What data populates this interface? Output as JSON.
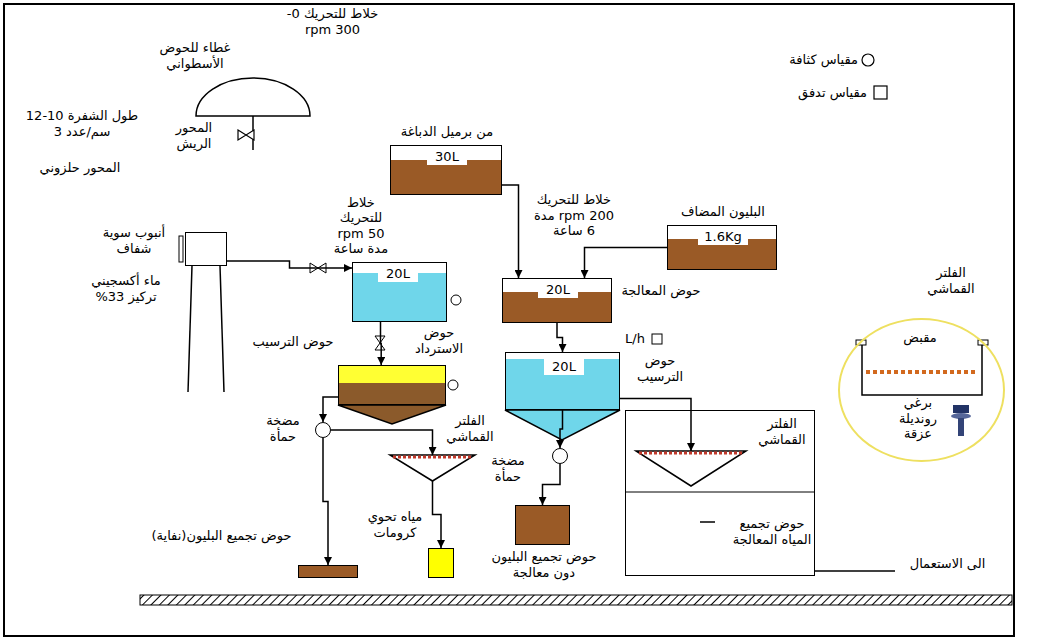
{
  "diagram": {
    "nodes": [
      {
        "text": [
          "أنبوب سوية شفاف",
          "ماء أكسجيني تركيز 33%"
        ]
      },
      {
        "text": [
          "من برميل الدباغة",
          "30L"
        ]
      },
      {
        "text": [
          "البليون المضاف",
          "1.6Kg"
        ]
      },
      {
        "text": [
          "خلاط للتحريك 50 rpm مدة ساعة",
          "20L",
          "حوض الاسترداد"
        ]
      },
      {
        "text": [
          "خلاط للتحريك 200 rpm مدة 6 ساعة",
          "20L",
          "حوض المعالجة"
        ]
      },
      {
        "text": [
          "حوض الترسيب"
        ]
      },
      {
        "text": [
          "L/h",
          "20L",
          "حوض الترسيب"
        ]
      },
      {
        "text": [
          "مضخة حمأة"
        ]
      },
      {
        "text": [
          "الفلتر القماشي"
        ]
      },
      {
        "text": [
          "مضخة حمأة"
        ]
      },
      {
        "text": [
          "حوض تجميع البليون دون معالجة"
        ]
      },
      {
        "text": [
          "حوض تجميع المياه المعالجة"
        ]
      },
      {
        "text": [
          "الفلتر القماشي"
        ],
        "in": 11
      },
      {
        "text": [
          "حوض تجميع البليون(نفاية)"
        ]
      },
      {
        "text": [
          "مياه تحوي كرومات"
        ]
      },
      {
        "text": [
          "الفلتر القماشي",
          "مقبض",
          "برغي رونديلة عزقة"
        ]
      }
    ],
    "edges": [
      {
        "from": 0,
        "to": 3,
        "arrow": "to"
      },
      {
        "from": 1,
        "to": 4,
        "arrow": "to"
      },
      {
        "from": 2,
        "to": 4,
        "arrow": "to"
      },
      {
        "from": 3,
        "to": 5,
        "arrow": "to"
      },
      {
        "from": 4,
        "to": 6,
        "arrow": "to"
      },
      {
        "from": 5,
        "to": 7,
        "arrow": "to"
      },
      {
        "from": 7,
        "to": 13,
        "arrow": "to"
      },
      {
        "from": 7,
        "to": 8,
        "arrow": "to"
      },
      {
        "from": 8,
        "to": 14,
        "arrow": "to"
      },
      {
        "from": 6,
        "to": 9,
        "arrow": "to"
      },
      {
        "from": 9,
        "to": 10,
        "arrow": "to"
      },
      {
        "from": 6,
        "to": 12,
        "arrow": "to"
      }
    ],
    "labels": [
      "خلاط للتحريك 0-300 rpm",
      "غطاء للحوض الأسطواني",
      "طول الشفرة 10-12 سم/عدد 3",
      "المحور الريش",
      "المحور حلزوني",
      "الى الاستعمال"
    ],
    "legend": [
      {
        "text": "مقياس كثافة"
      },
      {
        "text": "مقياس تدفق"
      }
    ]
  }
}
